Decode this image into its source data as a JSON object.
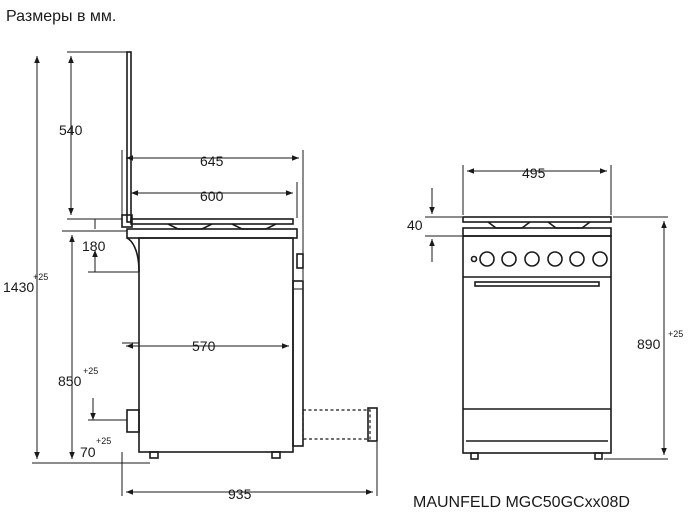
{
  "heading": "Размеры в мм.",
  "model": "MAUNFELD MGC50GCxx08D",
  "side_view": {
    "dim_540": "540",
    "dim_645": "645",
    "dim_600": "600",
    "dim_180": "180",
    "dim_1430": "1430",
    "dim_1430_tol": "+25",
    "dim_570": "570",
    "dim_850": "850",
    "dim_850_tol": "+25",
    "dim_70": "70",
    "dim_70_tol": "+25",
    "dim_935": "935"
  },
  "front_view": {
    "dim_495": "495",
    "dim_40": "40",
    "dim_890": "890",
    "dim_890_tol": "+25"
  }
}
